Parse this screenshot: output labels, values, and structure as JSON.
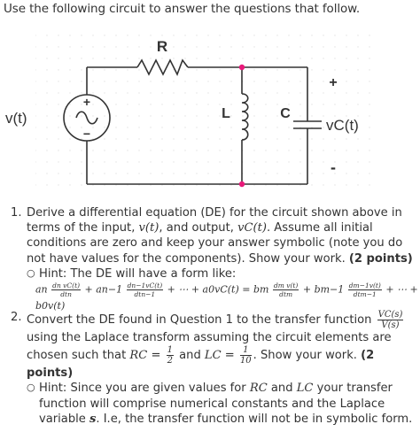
{
  "intro": "Use the following circuit to answer the questions that follow.",
  "circuit": {
    "resistor_label": "R",
    "inductor_label": "L",
    "capacitor_label": "C",
    "source_label": "v(t)",
    "output_label": "vC(t)",
    "plus": "+",
    "minus": "-",
    "source_plus": "+",
    "source_minus": "−",
    "source_symbol": "∿",
    "colors": {
      "wire": "#333333",
      "node": "#e8197a",
      "grid": "#e9e9e9"
    }
  },
  "questions": [
    {
      "number": "1.",
      "parts": {
        "a": "Derive a differential equation (DE) for the circuit shown above in terms of the input, ",
        "input_sym": "v(t)",
        "b": ", and output, ",
        "output_sym": "vC(t)",
        "c": ". Assume all initial conditions are zero and keep your answer symbolic (note you do not have values for the components). Show your work. ",
        "points": "(2 points)"
      },
      "hint": "Hint: The DE will have a form like:",
      "equation": {
        "a_n": "an",
        "t1_top": "dn vC(t)",
        "t1_bot": "dtn",
        "plus1": "+",
        "a_n1": "an−1",
        "t2_top": "dn−1vC(t)",
        "t2_bot": "dtn−1",
        "mid1": "+ ⋯ + a0vC(t) =",
        "b_m": "bm",
        "t3_top": "dm v(t)",
        "t3_bot": "dtm",
        "plus2": "+",
        "b_m1": "bm−1",
        "t4_top": "dm−1v(t)",
        "t4_bot": "dtm−1",
        "tail": "+ ⋯ + b0v(t)"
      }
    },
    {
      "number": "2.",
      "parts": {
        "a": "Convert the DE found in Question 1 to the transfer function ",
        "tf_top": "VC(s)",
        "tf_bot": "V(s)",
        "b": " using the Laplace transform assuming the circuit elements are chosen such that ",
        "rc": "RC",
        "eq1": " = ",
        "half_top": "1",
        "half_bot": "2",
        "and": " and ",
        "lc": "LC",
        "eq2": " = ",
        "tenth_top": "1",
        "tenth_bot": "10",
        "c": ". Show your work. ",
        "points": "(2 points)"
      },
      "hint": {
        "a": "Hint: Since you are given values for ",
        "rc": "RC",
        "b": " and ",
        "lc": "LC",
        "c": " your transfer function will comprise numerical constants and the Laplace variable ",
        "s": "s",
        "d": ". I.e, the transfer function will not be in symbolic form."
      }
    }
  ]
}
